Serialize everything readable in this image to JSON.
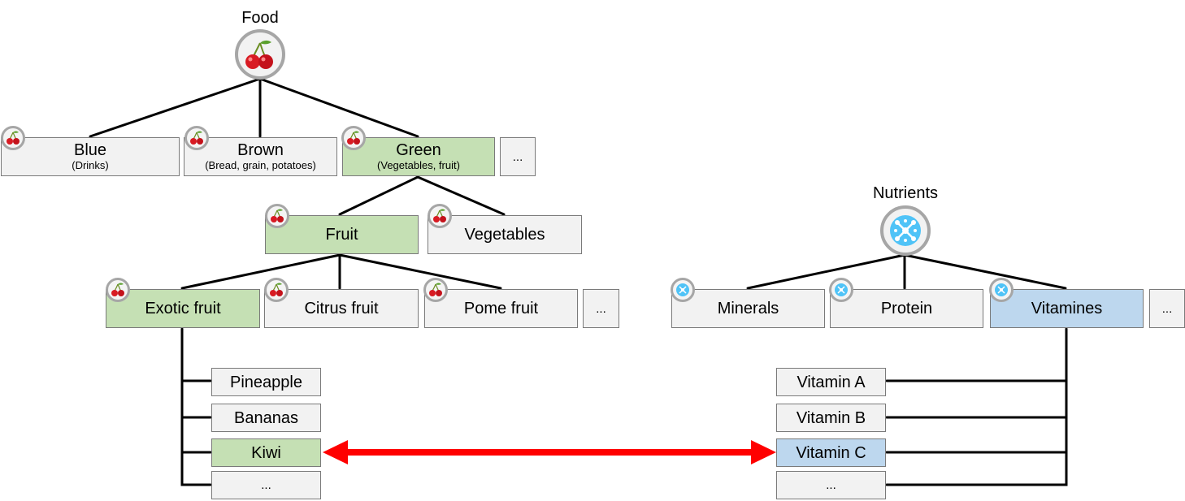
{
  "food": {
    "title": "Food",
    "icon": "cherry-icon",
    "colors": {
      "green": "#c5e0b4",
      "default": "#f2f2f2"
    },
    "level1": [
      {
        "label": "Blue",
        "sub": "(Drinks)"
      },
      {
        "label": "Brown",
        "sub": "(Bread, grain, potatoes)"
      },
      {
        "label": "Green",
        "sub": "(Vegetables, fruit)"
      },
      {
        "label": "..."
      }
    ],
    "level2": [
      {
        "label": "Fruit"
      },
      {
        "label": "Vegetables"
      }
    ],
    "level3": [
      {
        "label": "Exotic fruit"
      },
      {
        "label": "Citrus fruit"
      },
      {
        "label": "Pome fruit"
      },
      {
        "label": "..."
      }
    ],
    "items": [
      {
        "label": "Pineapple"
      },
      {
        "label": "Bananas"
      },
      {
        "label": "Kiwi"
      },
      {
        "label": "..."
      }
    ]
  },
  "nutrients": {
    "title": "Nutrients",
    "icon": "molecule-icon",
    "colors": {
      "blue": "#bdd7ee",
      "default": "#f2f2f2"
    },
    "level1": [
      {
        "label": "Minerals"
      },
      {
        "label": "Protein"
      },
      {
        "label": "Vitamines"
      },
      {
        "label": "..."
      }
    ],
    "items": [
      {
        "label": "Vitamin A"
      },
      {
        "label": "Vitamin B"
      },
      {
        "label": "Vitamin C"
      },
      {
        "label": "..."
      }
    ]
  },
  "link": {
    "color": "#ff0000",
    "type": "double-arrow"
  }
}
